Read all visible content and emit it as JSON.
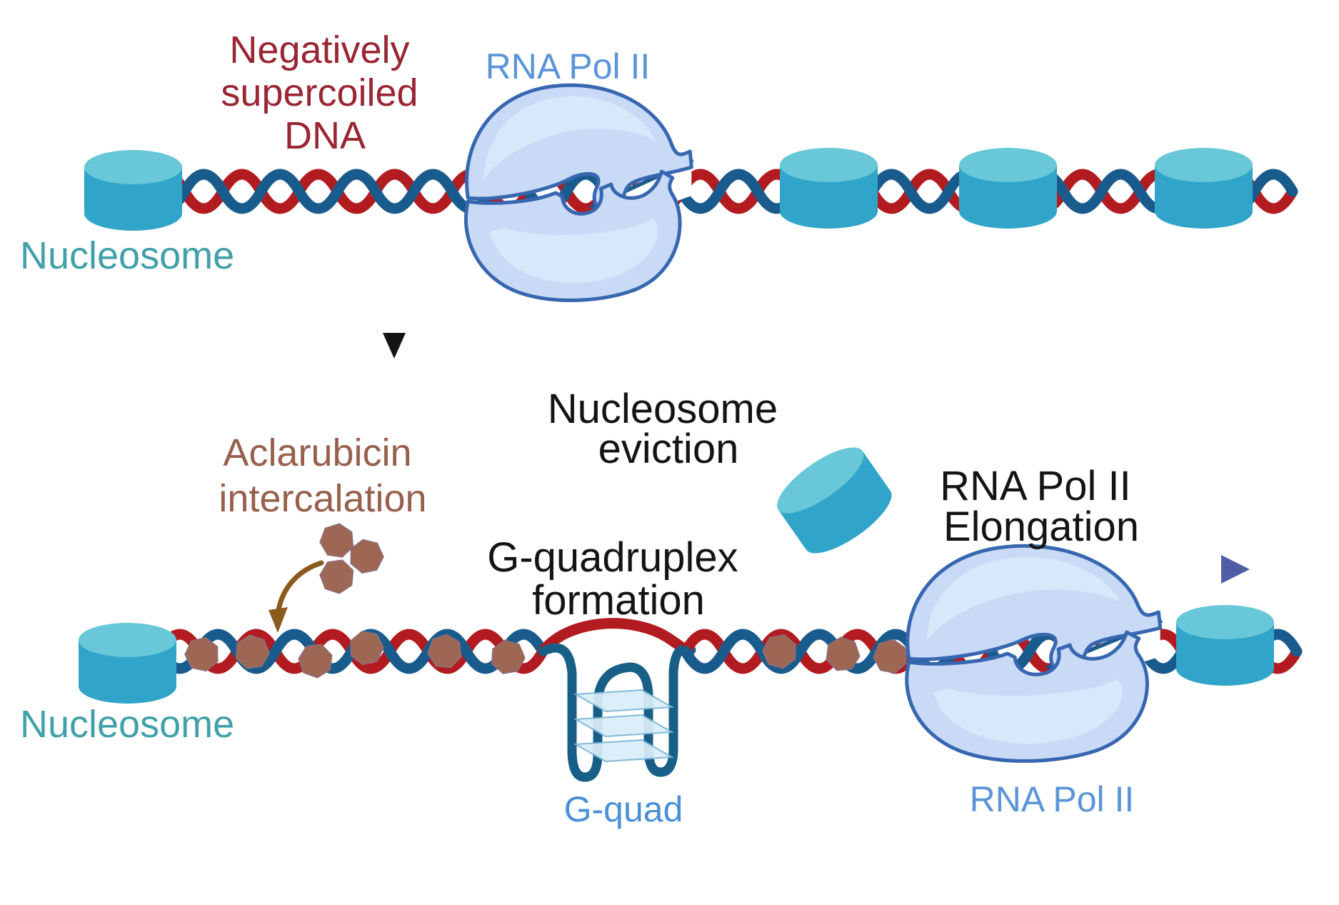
{
  "figure_type": "biology-schematic-diagram",
  "background": "#ffffff",
  "labels": {
    "negatively_supercoiled": {
      "line1": "Negatively",
      "line2": "supercoiled",
      "line3": "DNA",
      "color": "#9a2533"
    },
    "rna_pol_ii_top": {
      "text": "RNA Pol II",
      "color": "#5b95d8"
    },
    "nucleosome_top": {
      "text": "Nucleosome",
      "color": "#42a0a8"
    },
    "aclarubicin": {
      "line1": "Aclarubicin",
      "line2": "intercalation",
      "color": "#975f4c"
    },
    "nucleosome_eviction": {
      "line1": "Nucleosome",
      "line2": "eviction",
      "color": "#141414"
    },
    "g_quadruplex_formation": {
      "line1": "G-quadruplex",
      "line2": "formation",
      "color": "#141414"
    },
    "rna_pol_ii_elongation": {
      "line1": "RNA Pol II",
      "line2": "Elongation",
      "color": "#141414"
    },
    "g_quad": {
      "text": "G-quad",
      "color": "#4a90d9"
    },
    "nucleosome_bottom": {
      "text": "Nucleosome",
      "color": "#42a0a8"
    },
    "rna_pol_ii_bottom": {
      "text": "RNA Pol II",
      "color": "#5b95d8"
    }
  },
  "colors": {
    "dna_strand_red": "#b21b1f",
    "dna_strand_blue": "#1a5b8d",
    "nucleosome_body": "#31a5c9",
    "nucleosome_top_face": "#68c7d8",
    "polymerase_fill": "#c8daf5",
    "polymerase_highlight": "#dce9fb",
    "polymerase_outline": "#3767b0",
    "aclarubicin_molecule": "#9e6753",
    "g_quad_strand": "#175f87",
    "g_quartet_fill": "#d9edf9",
    "g_quartet_stroke": "#79b5d6",
    "elongation_arrow": "#4e5da5",
    "intercalation_arrow": "#8a5a1e",
    "step_arrow": "#141414"
  },
  "shapes": {
    "nucleosomes_on_dna_top_row": 4,
    "nucleosomes_on_dna_bottom_row": 2,
    "evicted_nucleosome_count": 1,
    "rna_polymerase_count": 2,
    "aclarubicin_free_molecules": 3,
    "aclarubicin_intercalated_molecules": 9,
    "g_quartet_planes": 3
  },
  "arrows": [
    {
      "name": "step-arrow",
      "direction": "down",
      "meaning": "transition from supercoiled DNA state to aclarubicin-treated state"
    },
    {
      "name": "intercalation-arrow",
      "direction": "curved-down",
      "meaning": "aclarubicin molecules inserting into DNA"
    },
    {
      "name": "elongation-arrow",
      "direction": "right",
      "meaning": "RNA Pol II elongation direction"
    }
  ]
}
